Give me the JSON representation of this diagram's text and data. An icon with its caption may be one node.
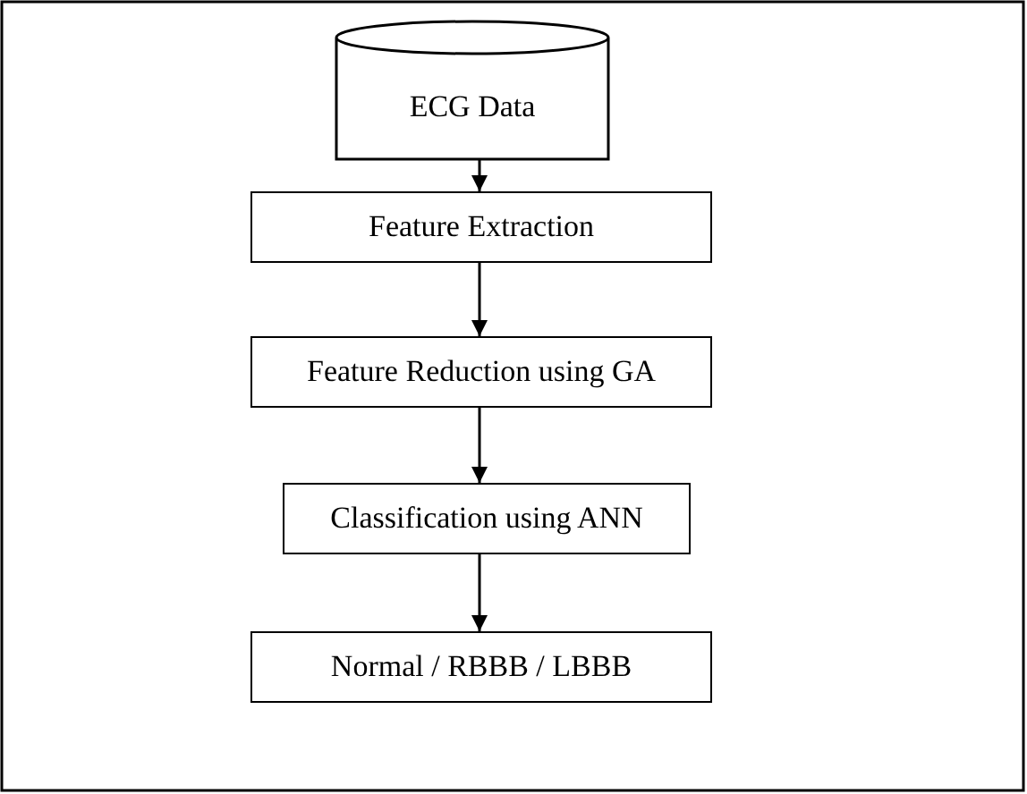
{
  "diagram": {
    "nodes": [
      {
        "text": [
          "ECG Data"
        ]
      },
      {
        "text": [
          "Feature Extraction"
        ]
      },
      {
        "text": [
          "Feature Reduction using GA"
        ]
      },
      {
        "text": [
          "Classification using ANN"
        ]
      },
      {
        "text": [
          "Normal / RBBB / LBBB"
        ]
      }
    ],
    "edges": [
      {
        "from": 0,
        "to": 1,
        "arrow": "to"
      },
      {
        "from": 1,
        "to": 2,
        "arrow": "to"
      },
      {
        "from": 2,
        "to": 3,
        "arrow": "to"
      },
      {
        "from": 3,
        "to": 4,
        "arrow": "to"
      }
    ]
  }
}
